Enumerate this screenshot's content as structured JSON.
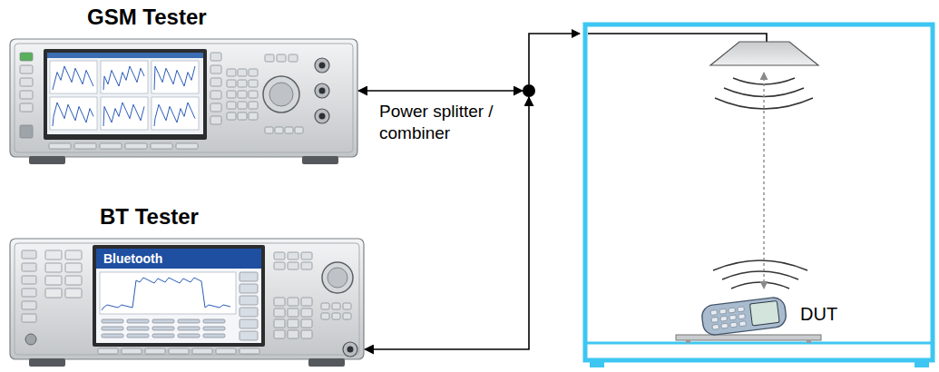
{
  "diagram": {
    "nodes": [
      {
        "text": [
          "GSM Tester"
        ]
      },
      {
        "text": [
          "Power splitter / combiner"
        ]
      },
      {
        "text": [
          "BT Tester",
          "Bluetooth"
        ]
      },
      {
        "text": [
          "DUT"
        ]
      }
    ],
    "edges": [
      {
        "from": 0,
        "to": 1,
        "arrow": "both"
      },
      {
        "from": 2,
        "to": 1,
        "arrow": "both"
      }
    ]
  }
}
